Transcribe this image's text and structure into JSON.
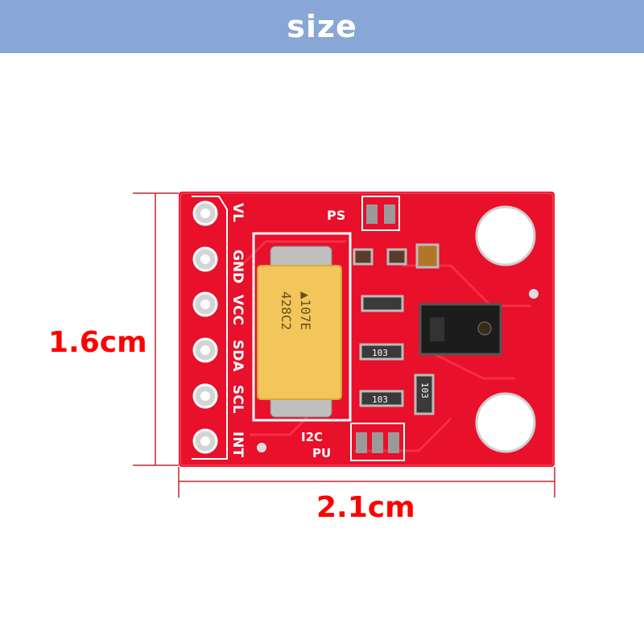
{
  "banner": {
    "title": "size"
  },
  "dimensions": {
    "height": "1.6cm",
    "width": "2.1cm"
  },
  "board": {
    "pin_labels": [
      "VL",
      "GND",
      "VCC",
      "SDA",
      "SCL",
      "INT"
    ],
    "silkscreen": {
      "ps": "PS",
      "i2c": "I2C",
      "pu": "PU"
    },
    "capacitor_marking": [
      "▲107E",
      "428C2"
    ],
    "resistor_codes": [
      "103",
      "103",
      "103"
    ]
  },
  "colors": {
    "banner": "#88a7d6",
    "pcb": "#e8102a",
    "dimension_text": "#ff0000",
    "capacitor": "#f2c65a"
  }
}
